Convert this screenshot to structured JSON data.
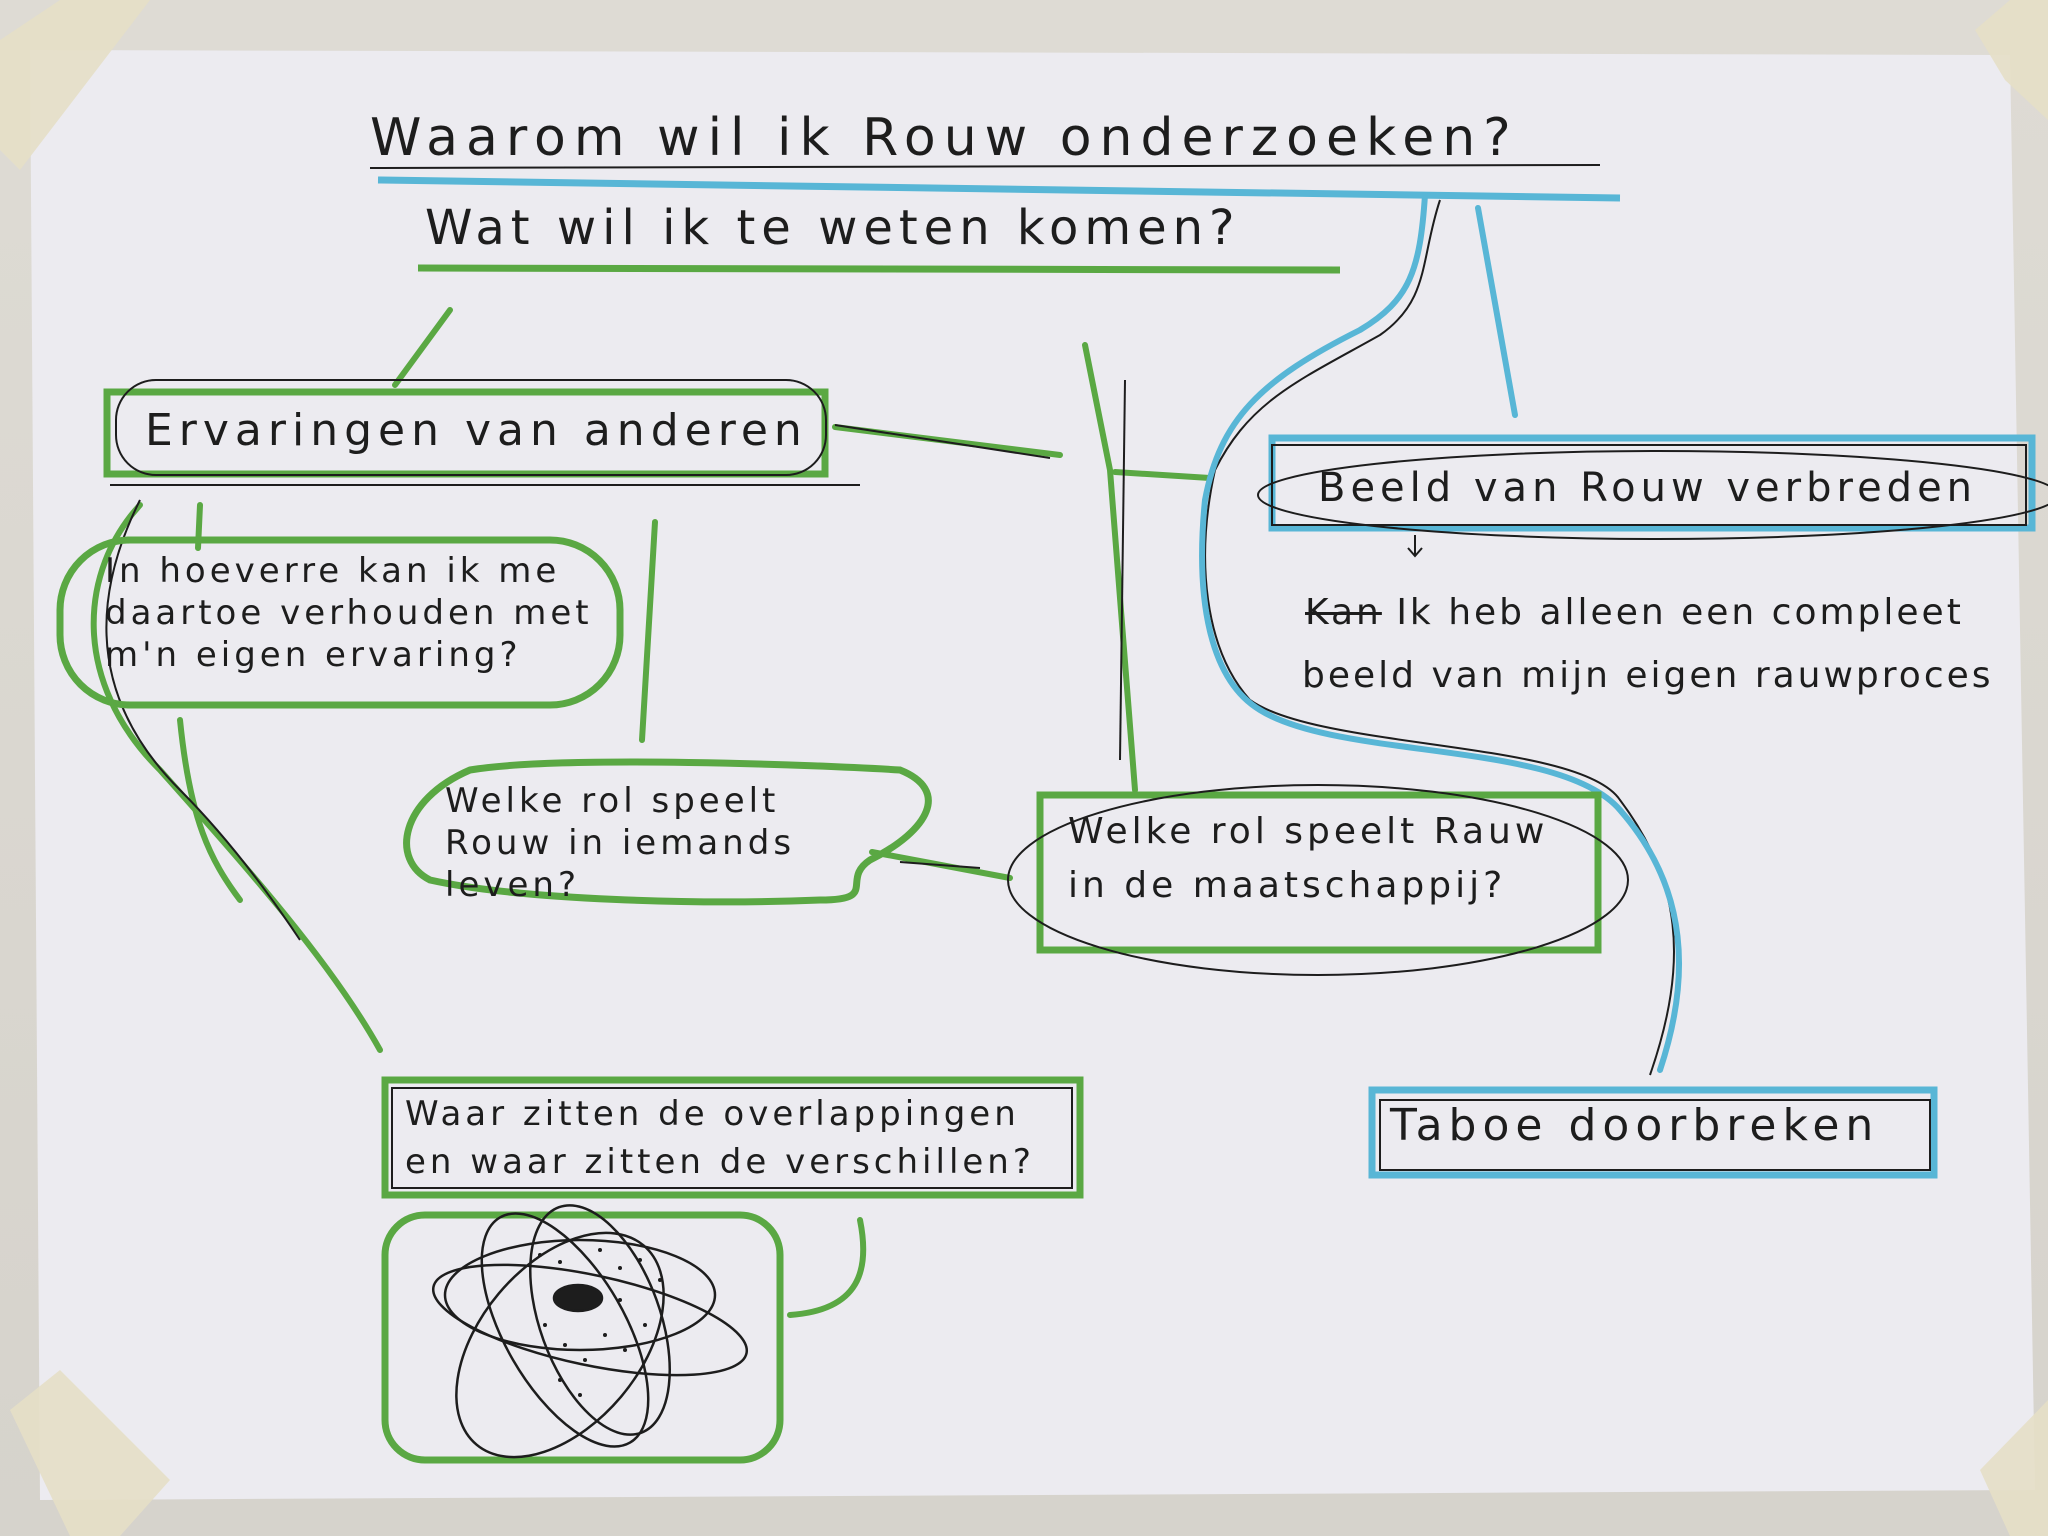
{
  "title": "Waarom wil ik Rouw onderzoeken?",
  "subtitle": "Wat wil ik te weten komen?",
  "nodes": {
    "ervaringen": "Ervaringen van anderen",
    "beeld": "Beeld van Rouw verbreden",
    "hoeverre": "In hoeverre kan ik me daartoe verhouden met m'n eigen ervaring?",
    "rol_leven": "Welke rol speelt Rouw in iemands leven?",
    "rol_maatschappij": "Welke rol speelt Rauw in de maatschappij?",
    "overlappingen": "Waar zitten de overlappingen en waar zitten de verschillen?",
    "taboe": "Taboe doorbreken",
    "beeld_note_struck": "Kan",
    "beeld_note_line1": "Ik heb alleen een compleet",
    "beeld_note_line2": "beeld van mijn eigen rauwproces"
  },
  "colors": {
    "paper": "#eeeef2",
    "green": "#5aa843",
    "blue": "#58b6d6",
    "ink": "#1d1d1d",
    "tape": "#e6dfc6"
  }
}
